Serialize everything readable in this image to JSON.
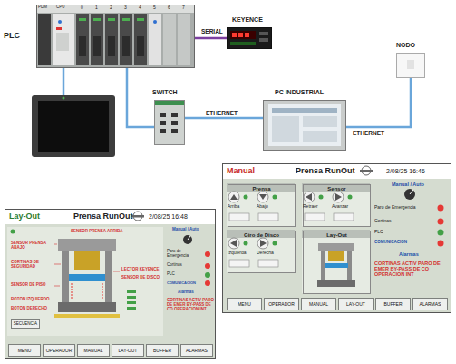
{
  "diagram": {
    "nodes": [
      {
        "text": [
          "PLC"
        ]
      },
      {
        "text": [
          "KEYENCE"
        ]
      },
      {
        "text": [
          "NODO"
        ]
      },
      {
        "text": [
          "SWITCH"
        ]
      },
      {
        "text": [
          "PC INDUSTRIAL"
        ]
      },
      {
        "text": [
          "Lay-Out",
          "Prensa RunOut",
          "2/08/25 16:48"
        ]
      },
      {
        "text": [
          "SECUENCIA"
        ],
        "in": 5
      },
      {
        "text": [
          "MENU"
        ],
        "in": 5
      },
      {
        "text": [
          "OPERADOR"
        ],
        "in": 5
      },
      {
        "text": [
          "MANUAL"
        ],
        "in": 5
      },
      {
        "text": [
          "LAY-OUT"
        ],
        "in": 5
      },
      {
        "text": [
          "BUFFER"
        ],
        "in": 5
      },
      {
        "text": [
          "ALARMAS"
        ],
        "in": 5
      },
      {
        "text": [
          "Manual",
          "Prensa RunOut",
          "2/08/25 16:46"
        ]
      },
      {
        "text": [
          "Prensa"
        ],
        "in": 13
      },
      {
        "text": [
          "Sensor"
        ],
        "in": 13
      },
      {
        "text": [
          "Giro de Disco"
        ],
        "in": 13
      },
      {
        "text": [
          "Lay-Out"
        ],
        "in": 13
      },
      {
        "text": [
          "MENU"
        ],
        "in": 13
      },
      {
        "text": [
          "OPERADOR"
        ],
        "in": 13
      },
      {
        "text": [
          "MANUAL"
        ],
        "in": 13
      },
      {
        "text": [
          "LAY-OUT"
        ],
        "in": 13
      },
      {
        "text": [
          "BUFFER"
        ],
        "in": 13
      },
      {
        "text": [
          "ALARMAS"
        ],
        "in": 13
      }
    ],
    "edges": [
      {
        "from": 0,
        "to": 1,
        "arrow": "none",
        "label": "SERIAL"
      },
      {
        "from": 0,
        "to": 3,
        "arrow": "none"
      },
      {
        "from": 3,
        "to": 4,
        "arrow": "none",
        "label": "ETHERNET"
      },
      {
        "from": 4,
        "to": 2,
        "arrow": "none",
        "label": "ETHERNET"
      }
    ],
    "labels": [
      "PDM",
      "CPU",
      "0",
      "1",
      "2",
      "3",
      "4",
      "5",
      "6",
      "7",
      "Manual / Auto",
      "Paro de Emergencia",
      "Cortinas",
      "PLC",
      "COMUNICACION",
      "Alarmas",
      "CORTINAS ACTIV PARO DE EMER BY-PASS DE CO OPERACION INT",
      "SENSOR PRENSA ARRIBA",
      "SENSOR PRENSA ABAJO",
      "CORTINAS DE SEGURIDAD",
      "SENSOR DE PISO",
      "BOTON IZQUIERDO",
      "BOTON DERECHO",
      "LECTOR KEYENCE",
      "SENSOR DE DISCO",
      "Arriba",
      "Abajo",
      "Retraer",
      "Avanzar",
      "Izquierda",
      "Derecha",
      "Manual / Auto",
      "Paro de Emergencia",
      "Cortinas",
      "PLC",
      "COMUNICACION",
      "Alarmas",
      "CORTINAS ACTIV PARO DE EMER BY-PASS DE CO OPERACION INT"
    ]
  }
}
